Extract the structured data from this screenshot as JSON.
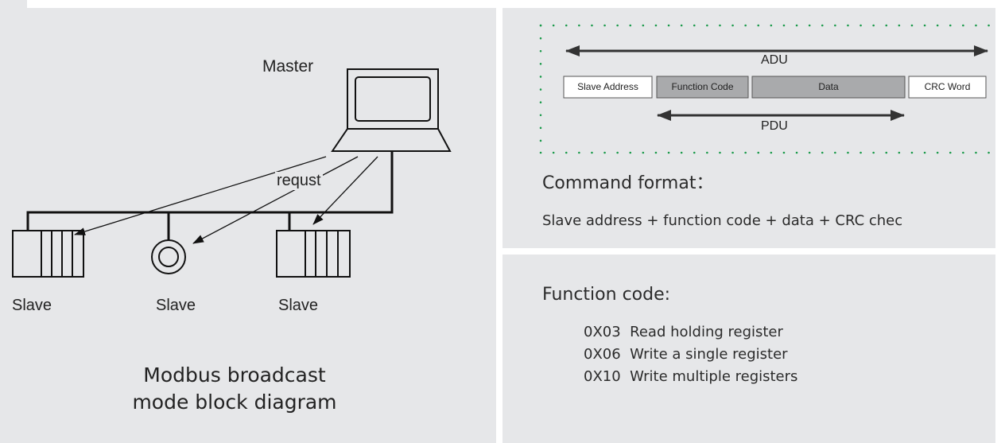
{
  "left_diagram": {
    "master_label": "Master",
    "request_label": "requst",
    "slaves": [
      "Slave",
      "Slave",
      "Slave"
    ],
    "caption_line1": "Modbus broadcast",
    "caption_line2": "mode block diagram"
  },
  "frame_diagram": {
    "adu_label": "ADU",
    "pdu_label": "PDU",
    "fields": [
      "Slave Address",
      "Function Code",
      "Data",
      "CRC Word"
    ],
    "border_color": "#1a9a4a",
    "pdu_field_fill": "#a9aaac"
  },
  "command": {
    "title": "Command format：",
    "text": "Slave address + function code + data + CRC chec"
  },
  "function_code": {
    "title": "Function code:",
    "items": [
      {
        "code": "0X03",
        "desc": "Read holding register"
      },
      {
        "code": "0X06",
        "desc": "Write a single register"
      },
      {
        "code": "0X10",
        "desc": "Write multiple registers"
      }
    ]
  }
}
